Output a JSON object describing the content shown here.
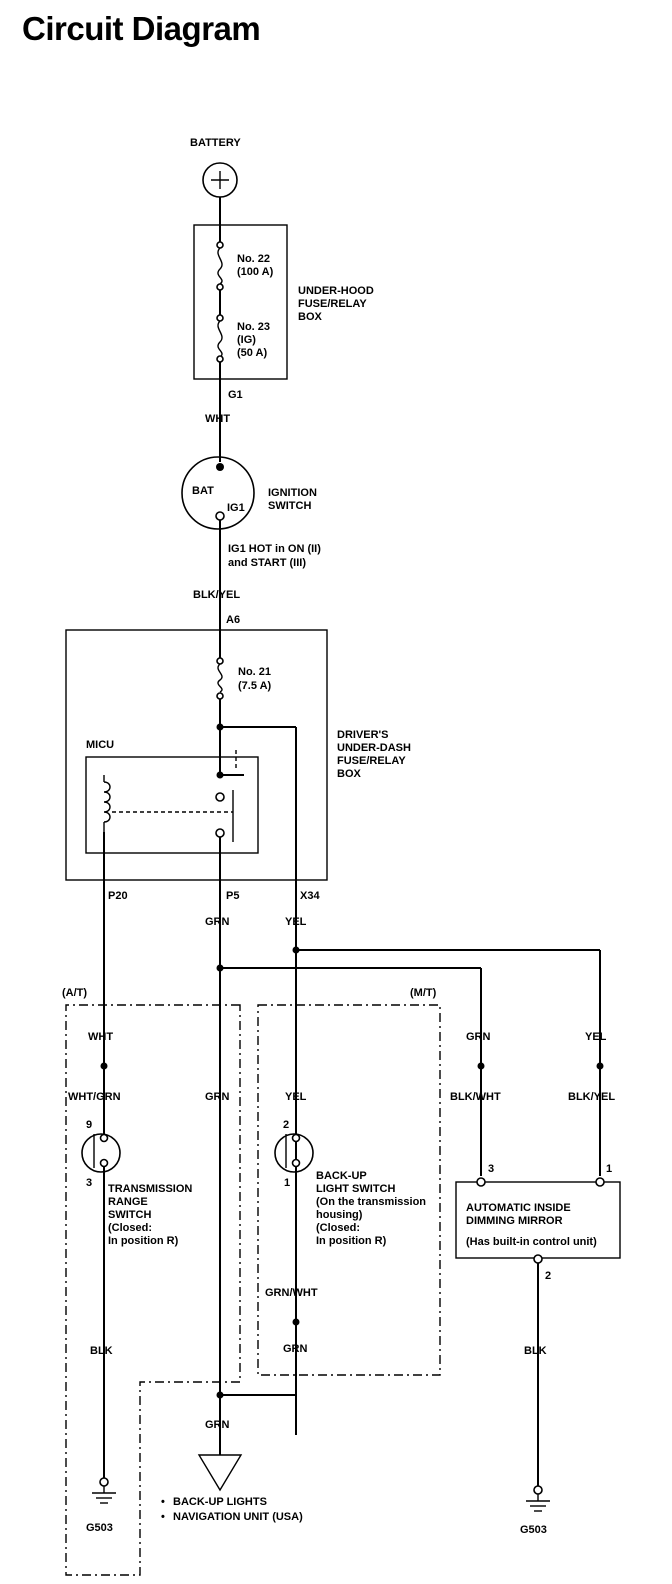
{
  "title": "Circuit Diagram",
  "labels": {
    "battery": "BATTERY",
    "fuse22_a": "No. 22",
    "fuse22_b": "(100 A)",
    "fuse23_a": "No. 23",
    "fuse23_b": "(IG)",
    "fuse23_c": "(50 A)",
    "uh_box_1": "UNDER-HOOD",
    "uh_box_2": "FUSE/RELAY",
    "uh_box_3": "BOX",
    "g1": "G1",
    "wht_top": "WHT",
    "bat": "BAT",
    "ig1": "IG1",
    "ign_1": "IGNITION",
    "ign_2": "SWITCH",
    "ig1hot_1": "IG1 HOT in ON (II)",
    "ig1hot_2": "and START (III)",
    "blkyel_top": "BLK/YEL",
    "a6": "A6",
    "fuse21_a": "No. 21",
    "fuse21_b": "(7.5 A)",
    "micu": "MICU",
    "ud_box_1": "DRIVER'S",
    "ud_box_2": "UNDER-DASH",
    "ud_box_3": "FUSE/RELAY",
    "ud_box_4": "BOX",
    "p20": "P20",
    "p5": "P5",
    "x34": "X34",
    "grn_p5": "GRN",
    "yel_x34": "YEL",
    "at": "(A/T)",
    "mt": "(M/T)",
    "wht_at": "WHT",
    "whtgrn": "WHT/GRN",
    "grn_center": "GRN",
    "yel_mt": "YEL",
    "grn_mirror": "GRN",
    "yel_mirror": "YEL",
    "blkwht": "BLK/WHT",
    "blkyel_mirror": "BLK/YEL",
    "pin9": "9",
    "pin3_trs": "3",
    "trs_1": "TRANSMISSION",
    "trs_2": "RANGE",
    "trs_3": "SWITCH",
    "trs_4": "(Closed:",
    "trs_5": "In position R)",
    "pin2": "2",
    "pin1_bul": "1",
    "bul_1": "BACK-UP",
    "bul_2": "LIGHT SWITCH",
    "bul_3": "(On the transmission",
    "bul_4": "housing)",
    "bul_5": "(Closed:",
    "bul_6": "In position R)",
    "pin3_m": "3",
    "pin1_m": "1",
    "mirror_1": "AUTOMATIC INSIDE",
    "mirror_2": "DIMMING MIRROR",
    "mirror_3": "(Has built-in control unit)",
    "pin2_m": "2",
    "grnwht": "GRN/WHT",
    "grn_mt_low": "GRN",
    "blk_left": "BLK",
    "blk_right": "BLK",
    "grn_bottom": "GRN",
    "load_1": "BACK-UP LIGHTS",
    "load_2": "NAVIGATION UNIT (USA)",
    "g503_left": "G503",
    "g503_right": "G503"
  }
}
